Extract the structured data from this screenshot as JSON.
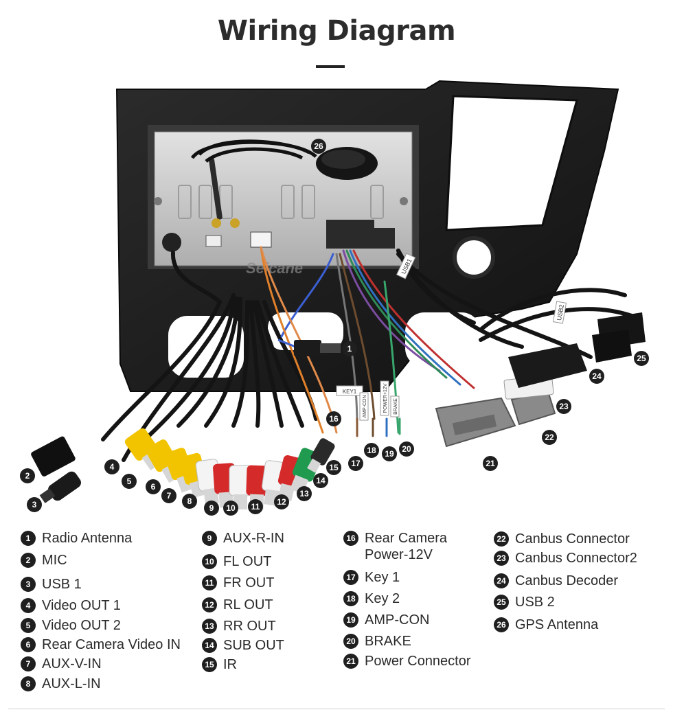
{
  "title": "Wiring Diagram",
  "diagram": {
    "watermark": "Seicane",
    "plugs": {
      "usb1": "USB1",
      "usb2": "USB2",
      "key1": "KEY1",
      "power12v": "POWER+12V",
      "amp_con": "AMP-CON",
      "brake": "BRAKE"
    },
    "callouts": [
      "1",
      "2",
      "3",
      "4",
      "5",
      "6",
      "7",
      "8",
      "9",
      "10",
      "11",
      "12",
      "13",
      "14",
      "15",
      "16",
      "17",
      "18",
      "19",
      "20",
      "21",
      "22",
      "23",
      "24",
      "25",
      "26"
    ]
  },
  "legend": [
    {
      "num": "1",
      "label": "Radio Antenna"
    },
    {
      "num": "2",
      "label": "MIC"
    },
    {
      "num": "3",
      "label": "USB 1"
    },
    {
      "num": "4",
      "label": "Video OUT 1"
    },
    {
      "num": "5",
      "label": "Video OUT 2"
    },
    {
      "num": "6",
      "label": "Rear Camera Video IN"
    },
    {
      "num": "7",
      "label": "AUX-V-IN"
    },
    {
      "num": "8",
      "label": "AUX-L-IN"
    },
    {
      "num": "9",
      "label": "AUX-R-IN"
    },
    {
      "num": "10",
      "label": "FL OUT"
    },
    {
      "num": "11",
      "label": "FR OUT"
    },
    {
      "num": "12",
      "label": "RL OUT"
    },
    {
      "num": "13",
      "label": "RR OUT"
    },
    {
      "num": "14",
      "label": "SUB OUT"
    },
    {
      "num": "15",
      "label": "IR"
    },
    {
      "num": "16",
      "label": "Rear Camera\nPower-12V"
    },
    {
      "num": "17",
      "label": "Key 1"
    },
    {
      "num": "18",
      "label": "Key 2"
    },
    {
      "num": "19",
      "label": "AMP-CON"
    },
    {
      "num": "20",
      "label": "BRAKE"
    },
    {
      "num": "21",
      "label": "Power Connector"
    },
    {
      "num": "22",
      "label": "Canbus Connector"
    },
    {
      "num": "23",
      "label": "Canbus Connector2"
    },
    {
      "num": "24",
      "label": "Canbus Decoder"
    },
    {
      "num": "25",
      "label": "USB 2"
    },
    {
      "num": "26",
      "label": "GPS Antenna"
    }
  ],
  "colors": {
    "frame": "#1c1c1c",
    "chassis": "#c9c9c9",
    "rca_yellow": "#f2c400",
    "rca_white": "#f4f4f4",
    "rca_red": "#d42a2a",
    "rca_green": "#1f9a4e",
    "connector_gray": "#8a8a8a",
    "badge": "#1f1f1f"
  }
}
